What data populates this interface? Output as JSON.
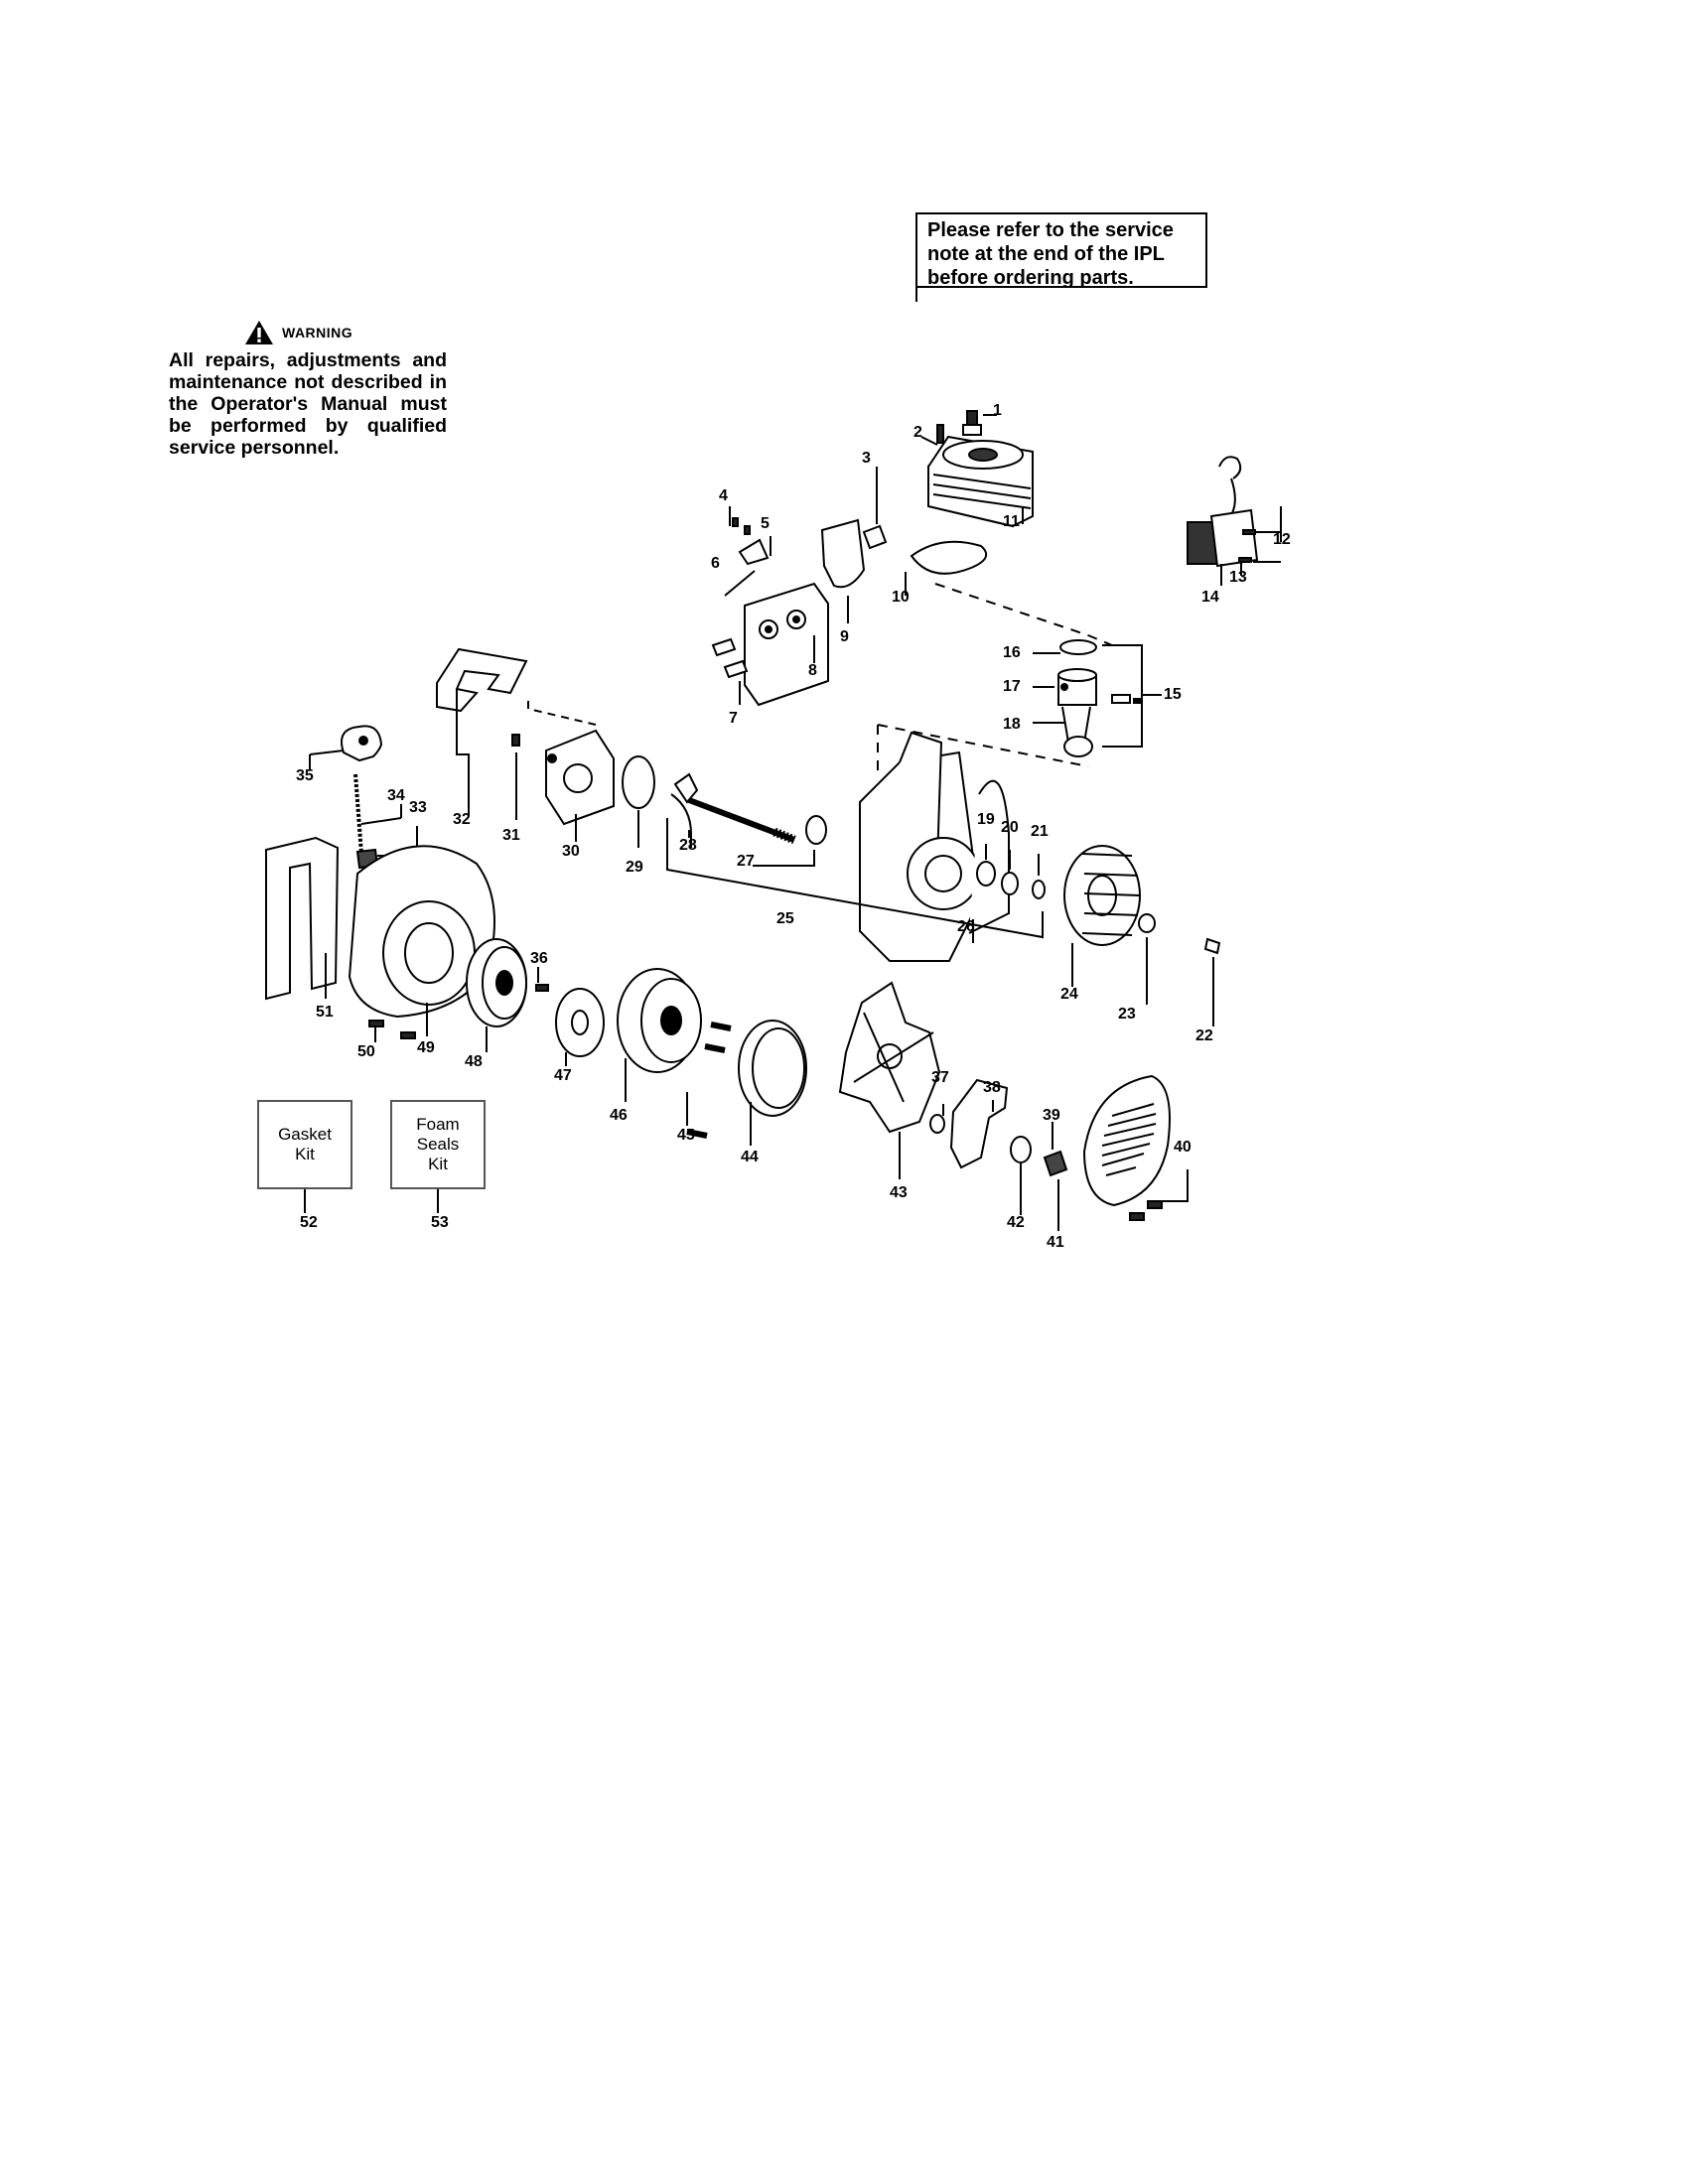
{
  "notice": {
    "lines": [
      "Please refer to the service",
      "note at the end of the IPL",
      "before ordering parts."
    ]
  },
  "warning": {
    "heading": "WARNING",
    "text": "All repairs, adjustments and maintenance not described in the Operator's Manual must be performed by qualified service personnel."
  },
  "kits": {
    "gasket": {
      "line1": "Gasket",
      "line2": "Kit",
      "number": "52"
    },
    "foam": {
      "line1": "Foam",
      "line2": "Seals",
      "line3": "Kit",
      "number": "53"
    }
  },
  "part_numbers": [
    "1",
    "2",
    "3",
    "4",
    "5",
    "6",
    "7",
    "8",
    "9",
    "10",
    "11",
    "12",
    "13",
    "14",
    "15",
    "16",
    "17",
    "18",
    "19",
    "20",
    "21",
    "22",
    "23",
    "24",
    "25",
    "26",
    "27",
    "28",
    "29",
    "30",
    "31",
    "32",
    "33",
    "34",
    "35",
    "36",
    "37",
    "38",
    "39",
    "40",
    "41",
    "42",
    "43",
    "44",
    "45",
    "46",
    "47",
    "48",
    "49",
    "50",
    "51"
  ]
}
